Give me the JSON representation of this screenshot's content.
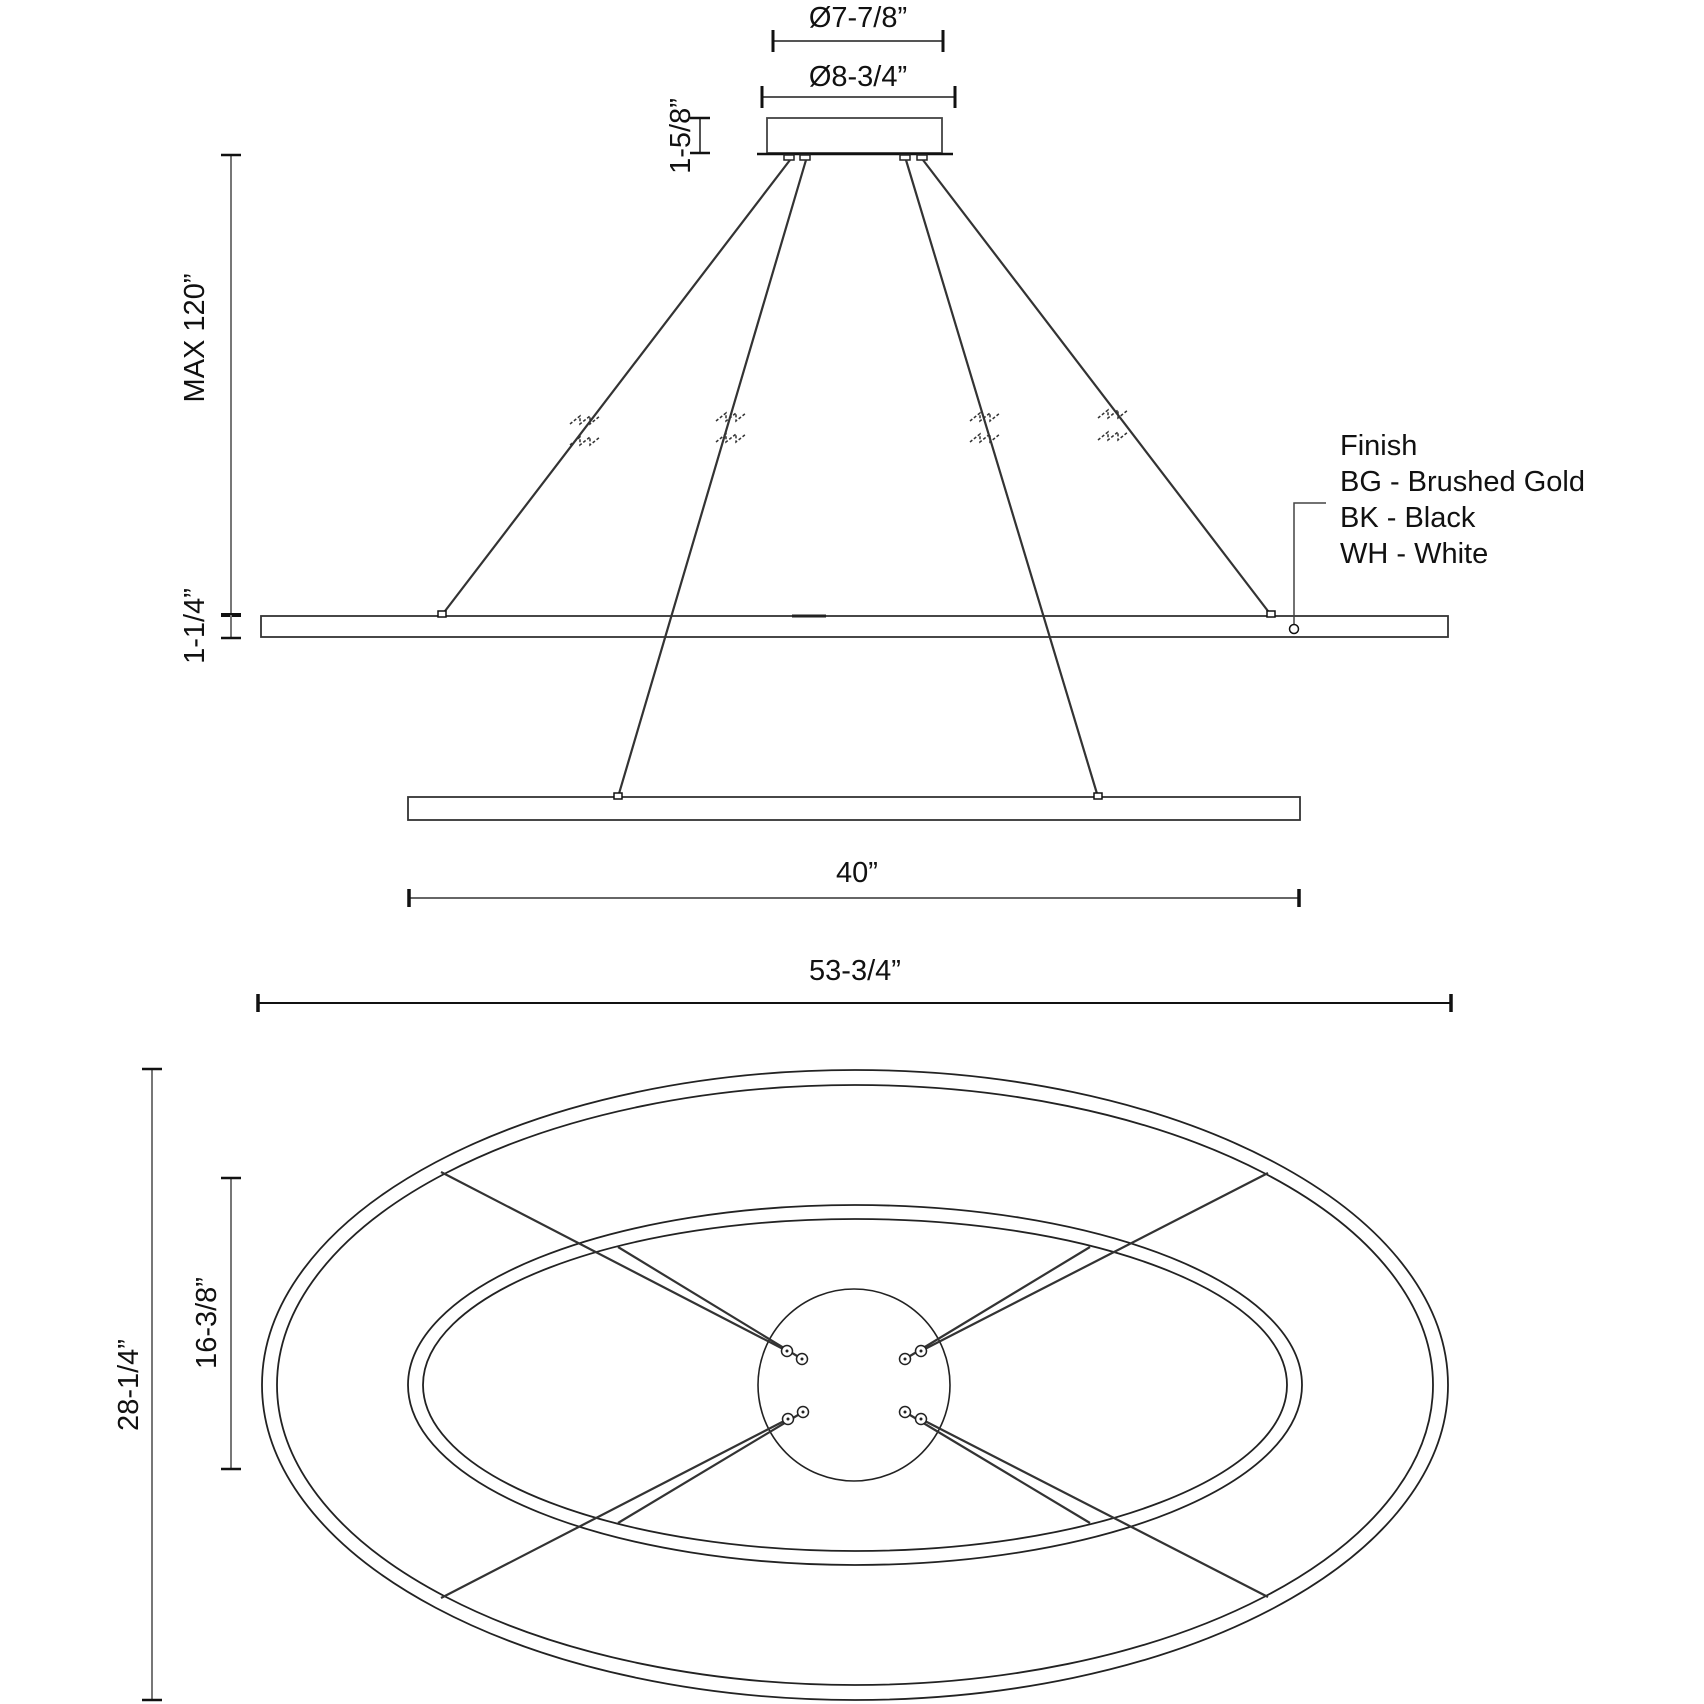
{
  "dimensions": {
    "canopy_inner_diameter": "Ø7-7/8”",
    "canopy_outer_diameter": "Ø8-3/4”",
    "canopy_height": "1-5/8”",
    "max_height": "MAX 120”",
    "ring_height": "1-1/4”",
    "small_ring_width": "40”",
    "large_ring_width": "53-3/4”",
    "overall_depth": "28-1/4”",
    "small_ring_depth": "16-3/8”"
  },
  "finish": {
    "title": "Finish",
    "options": [
      "BG - Brushed Gold",
      "BK - Black",
      "WH - White"
    ]
  },
  "colors": {
    "line": "#222222",
    "dim_line": "#777777",
    "background": "#ffffff"
  }
}
